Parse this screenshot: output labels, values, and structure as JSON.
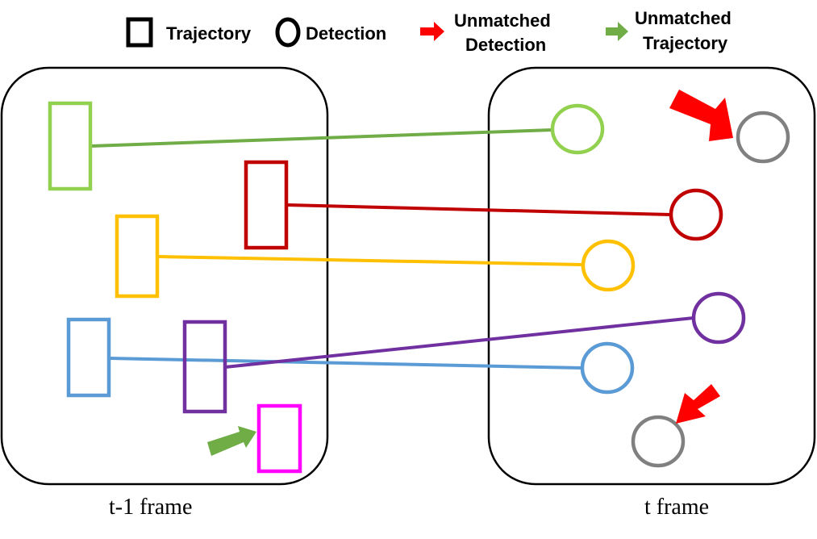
{
  "legend": {
    "trajectory_label": "Trajectory",
    "detection_label": "Detection",
    "unmatched_detection_line1": "Unmatched",
    "unmatched_detection_line2": "Detection",
    "unmatched_trajectory_line1": "Unmatched",
    "unmatched_trajectory_line2": "Trajectory",
    "unmatched_detection_color": "#ff0000",
    "unmatched_trajectory_color": "#70ad47"
  },
  "frames": {
    "left_label": "t-1 frame",
    "right_label": "t frame"
  },
  "colors": {
    "green": "#92d050",
    "green_line": "#70ad47",
    "red": "#c00000",
    "yellow": "#ffc000",
    "blue": "#5b9bd5",
    "purple": "#7030a0",
    "magenta": "#ff00ff",
    "gray": "#808080",
    "arrow_red": "#ff0000",
    "arrow_green": "#70ad47"
  },
  "trajectories": [
    {
      "id": "green",
      "color": "#92d050",
      "matched": true
    },
    {
      "id": "red",
      "color": "#c00000",
      "matched": true
    },
    {
      "id": "yellow",
      "color": "#ffc000",
      "matched": true
    },
    {
      "id": "blue",
      "color": "#5b9bd5",
      "matched": true
    },
    {
      "id": "purple",
      "color": "#7030a0",
      "matched": true
    },
    {
      "id": "magenta",
      "color": "#ff00ff",
      "matched": false
    }
  ],
  "detections": [
    {
      "id": "green",
      "color": "#92d050",
      "matched": true
    },
    {
      "id": "red",
      "color": "#c00000",
      "matched": true
    },
    {
      "id": "yellow",
      "color": "#ffc000",
      "matched": true
    },
    {
      "id": "purple",
      "color": "#7030a0",
      "matched": true
    },
    {
      "id": "blue",
      "color": "#5b9bd5",
      "matched": true
    },
    {
      "id": "gray-top",
      "color": "#808080",
      "matched": false
    },
    {
      "id": "gray-bottom",
      "color": "#808080",
      "matched": false
    }
  ],
  "matches": [
    {
      "trajectory": "green",
      "detection": "green",
      "color": "#70ad47"
    },
    {
      "trajectory": "red",
      "detection": "red",
      "color": "#c00000"
    },
    {
      "trajectory": "yellow",
      "detection": "yellow",
      "color": "#ffc000"
    },
    {
      "trajectory": "blue",
      "detection": "blue",
      "color": "#5b9bd5"
    },
    {
      "trajectory": "purple",
      "detection": "purple",
      "color": "#7030a0"
    }
  ]
}
